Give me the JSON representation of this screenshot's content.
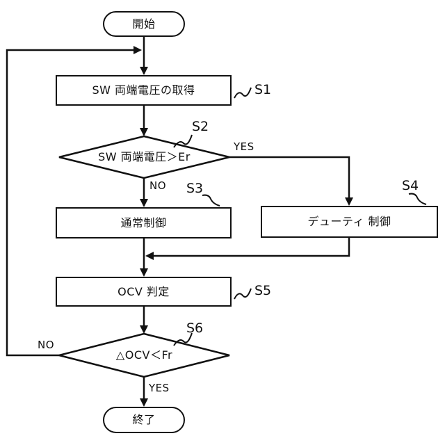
{
  "nodes": {
    "start": "開始",
    "s1": "SW 両端電圧の取得",
    "s2": "SW 両端電圧＞Er",
    "s3": "通常制御",
    "s4": "デューティ 制御",
    "s5": "OCV 判定",
    "s6": "△OCV＜Fr",
    "end": "終了"
  },
  "step_labels": {
    "s1": "S1",
    "s2": "S2",
    "s3": "S3",
    "s4": "S4",
    "s5": "S5",
    "s6": "S6"
  },
  "branch_labels": {
    "s2_yes": "YES",
    "s2_no": "NO",
    "s6_no": "NO",
    "s6_yes": "YES"
  },
  "colors": {
    "line": "#111111",
    "background": "#ffffff"
  }
}
